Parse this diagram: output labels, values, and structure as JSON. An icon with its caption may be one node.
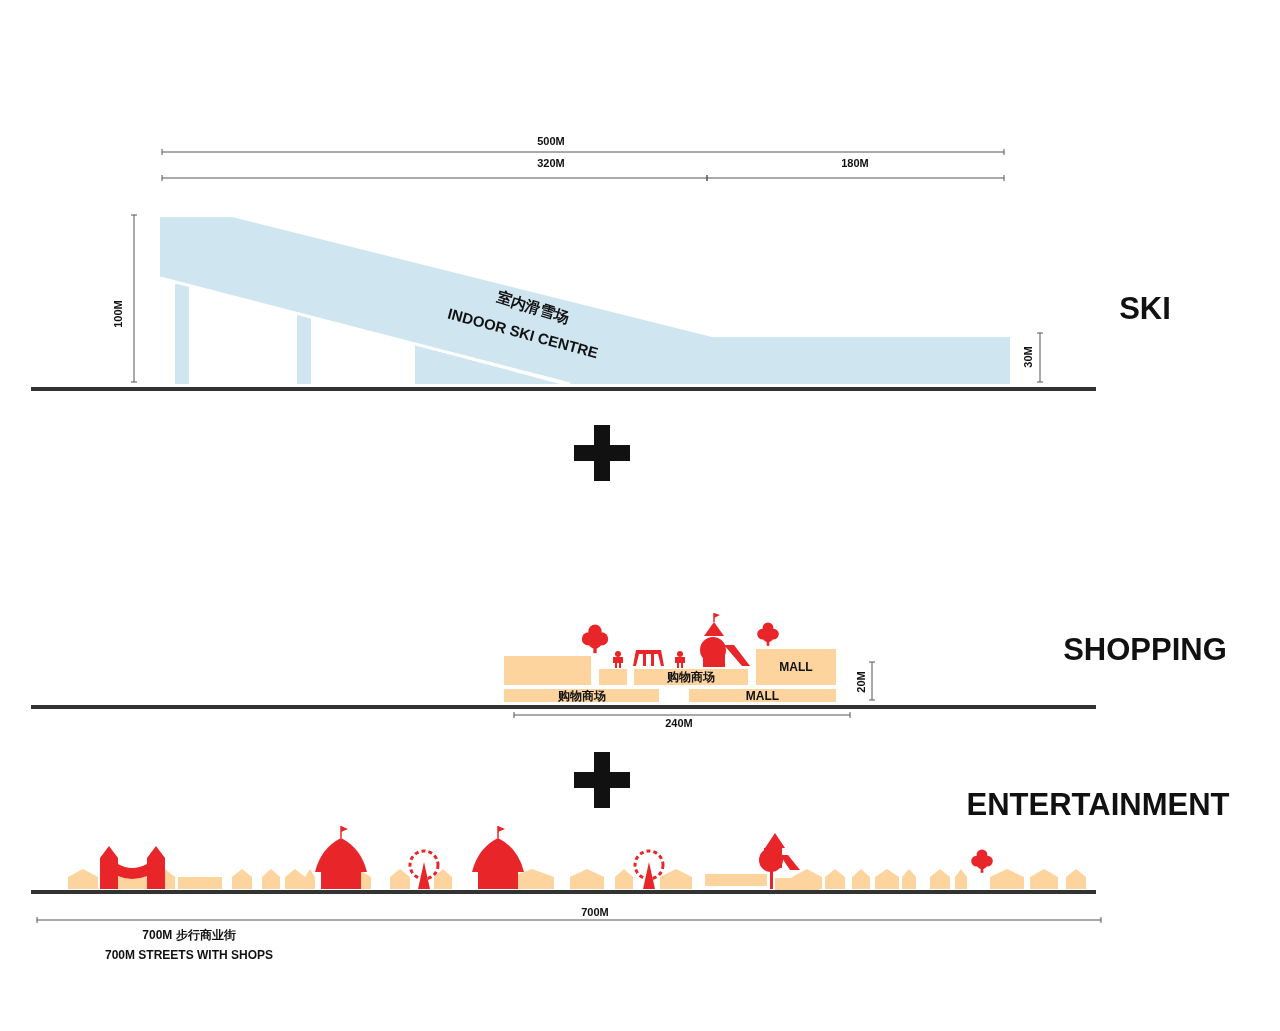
{
  "diagram": {
    "nodes": [
      {
        "text": [
          "室内滑雪场",
          "INDOOR SKI CENTRE"
        ]
      },
      {
        "text": [
          "购物商场"
        ]
      },
      {
        "text": [
          "MALL"
        ]
      },
      {
        "text": [
          "购物商场"
        ]
      },
      {
        "text": [
          "MALL"
        ]
      }
    ],
    "labels": [
      "500M",
      "320M",
      "180M",
      "100M",
      "30M",
      "SKI",
      "SHOPPING",
      "20M",
      "240M",
      "ENTERTAINMENT",
      "700M",
      "700M 步行商业街",
      "700M STREETS WITH SHOPS"
    ]
  }
}
